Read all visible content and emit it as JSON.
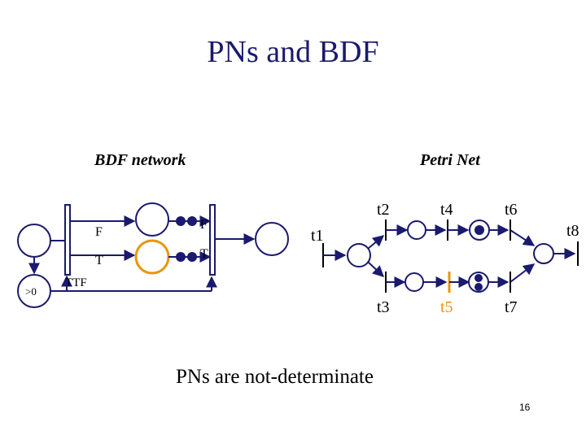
{
  "slide": {
    "title": "PNs and BDF",
    "page_number": "16",
    "caption": "PNs are not-determinate"
  },
  "bdf": {
    "heading": "BDF network",
    "labels": {
      "F_left": "F",
      "T_left": "T",
      "F_right": "F",
      "T_right": "T",
      "ttf": "TTF",
      "gt0": ">0"
    }
  },
  "petri": {
    "heading": "Petri Net",
    "transitions": {
      "t1": "t1",
      "t2": "t2",
      "t3": "t3",
      "t4": "t4",
      "t5": "t5",
      "t6": "t6",
      "t7": "t7",
      "t8": "t8"
    }
  },
  "colors": {
    "navy": "#1a1a6e",
    "highlight": "#e8960e"
  }
}
